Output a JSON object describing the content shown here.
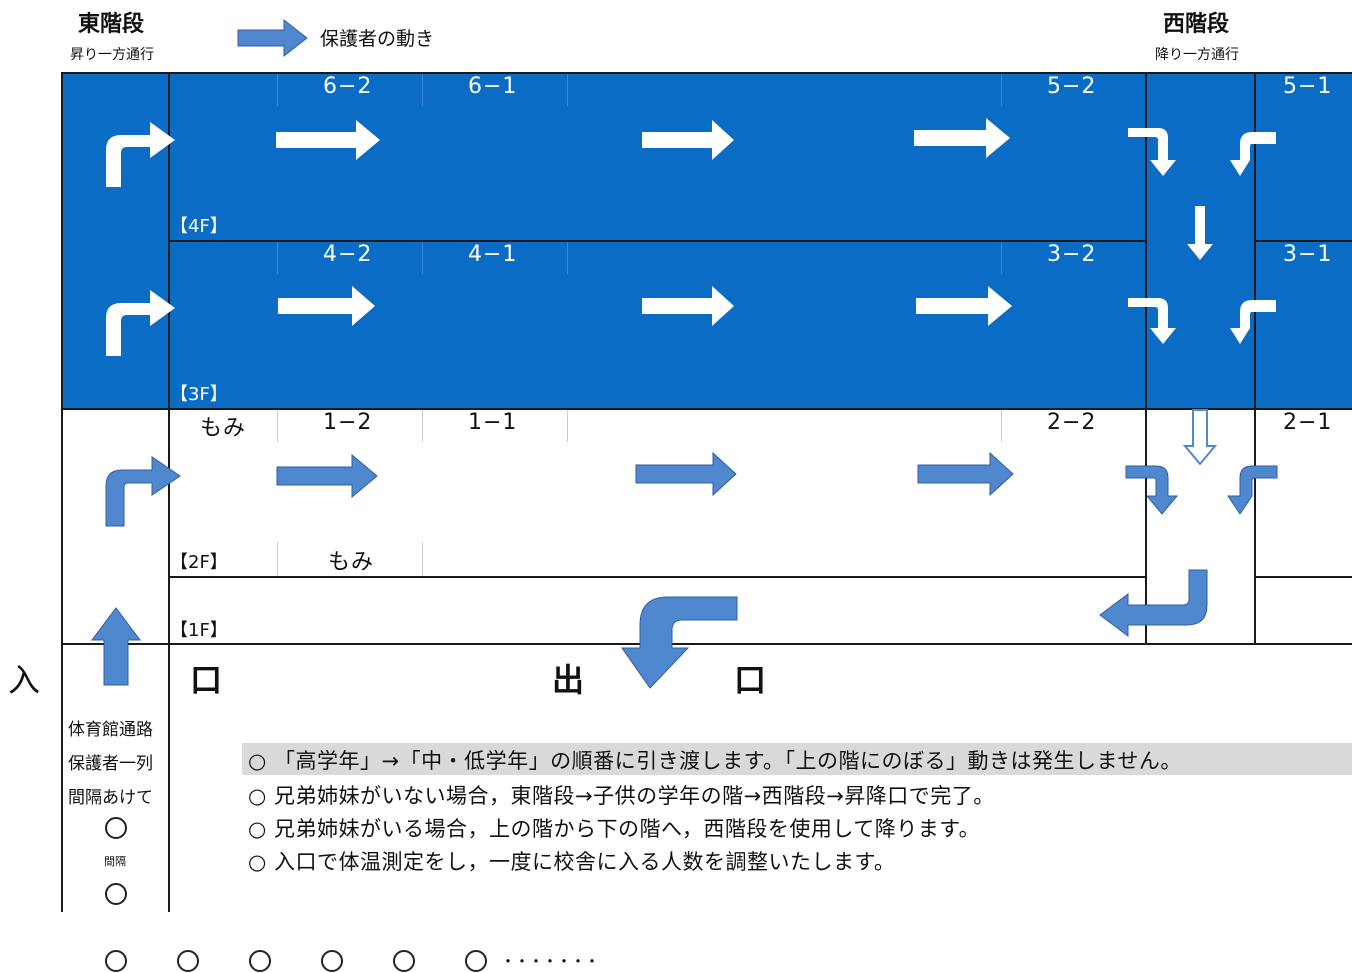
{
  "header": {
    "east_stairs": "東階段",
    "east_note": "昇り一方通行",
    "west_stairs": "西階段",
    "west_note": "降り一方通行",
    "legend_label": "保護者の動き"
  },
  "floors": {
    "f4": {
      "label": "【4F】",
      "rooms": [
        "6−2",
        "6−1",
        "5−2",
        "5−1"
      ]
    },
    "f3": {
      "label": "【3F】",
      "rooms": [
        "4−2",
        "4−1",
        "3−2",
        "3−1"
      ]
    },
    "f2": {
      "label": "【2F】",
      "rooms": [
        "もみ",
        "1−2",
        "1−1",
        "2−2",
        "2−1"
      ],
      "extra_room": "もみ"
    },
    "f1": {
      "label": "【1F】"
    }
  },
  "ground": {
    "entrance_char": "入",
    "entrance_mouth": "口",
    "exit_char": "出",
    "exit_mouth": "口"
  },
  "sidebar": {
    "line1": "体育館通路",
    "line2": "保護者一列",
    "line3": "間隔あけて",
    "spacing": "間隔",
    "dots": "・・・・・・・"
  },
  "notes": [
    "○ 「高学年」→「中・低学年」の順番に引き渡します。「上の階にのぼる」動きは発生しません。",
    "○ 兄弟姉妹がいない場合，東階段→子供の学年の階→西階段→昇降口で完了。",
    "○ 兄弟姉妹がいる場合，上の階から下の階へ，西階段を使用して降ります。",
    "○ 入口で体温測定をし，一度に校舎に入る人数を調整いたします。"
  ],
  "colors": {
    "band": "#0b6cc5",
    "arrow_blue": "#4f88cf",
    "note_highlight": "#d9d9d9"
  }
}
